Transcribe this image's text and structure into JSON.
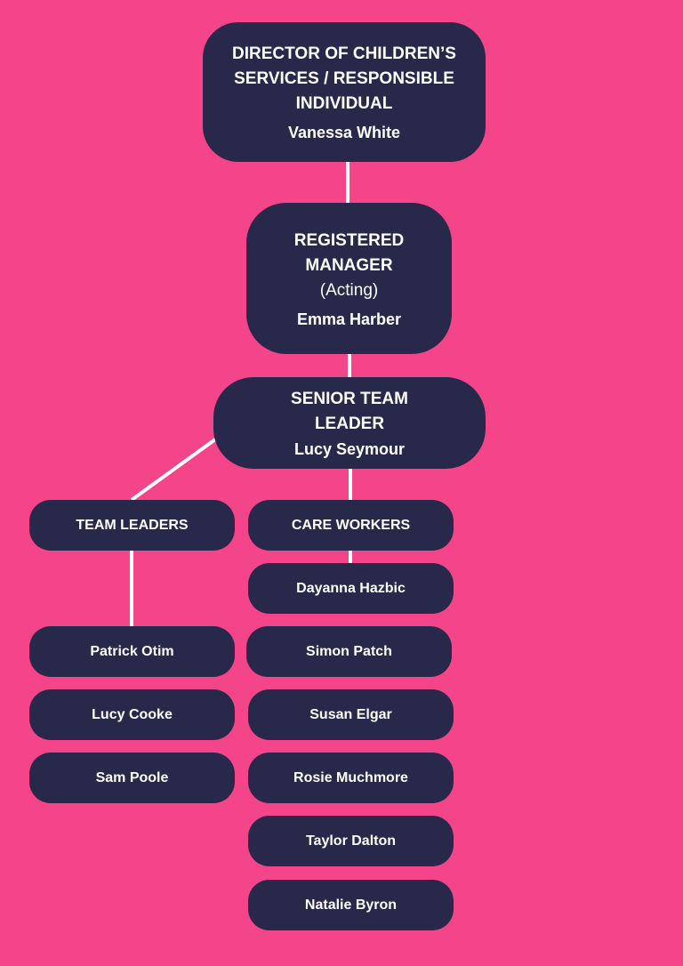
{
  "director": {
    "title_lines": [
      "DIRECTOR OF CHILDREN’S",
      "SERVICES / RESPONSIBLE",
      "INDIVIDUAL"
    ],
    "name": "Vanessa White"
  },
  "manager": {
    "title_lines": [
      "REGISTERED",
      "MANAGER",
      "(Acting)"
    ],
    "name": "Emma Harber"
  },
  "senior": {
    "title_lines": [
      "SENIOR TEAM",
      "LEADER"
    ],
    "name": "Lucy Seymour"
  },
  "team_leaders": {
    "label": "TEAM LEADERS",
    "members": [
      "Patrick Otim",
      "Lucy Cooke",
      "Sam Poole"
    ]
  },
  "care_workers": {
    "label": "CARE WORKERS",
    "members": [
      "Dayanna Hazbic",
      "Simon Patch",
      "Susan Elgar",
      "Rosie Muchmore",
      "Taylor Dalton",
      "Natalie Byron"
    ]
  },
  "colors": {
    "background": "#f4448a",
    "box": "#28284a",
    "line": "#ffffff"
  }
}
